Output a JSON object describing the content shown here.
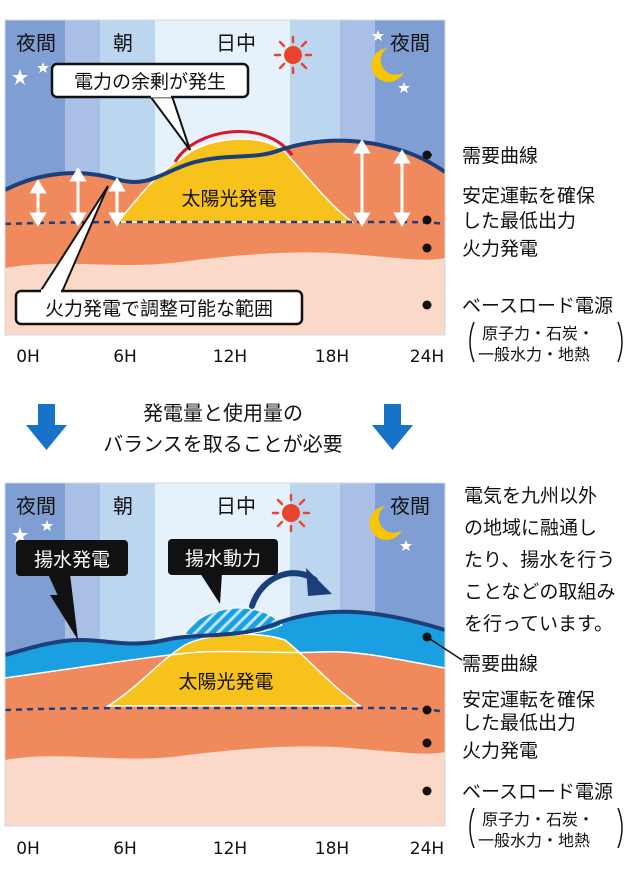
{
  "top_panel": {
    "periods": {
      "night_left": "夜間",
      "morning": "朝",
      "daytime": "日中",
      "night_right": "夜間"
    },
    "surplus_label": "電力の余剰が発生",
    "solar_label": "太陽光発電",
    "adjustable_label": "火力発電で調整可能な範囲",
    "legend": {
      "demand_curve": "需要曲線",
      "min_output_line1": "安定運転を確保",
      "min_output_line2": "した最低出力",
      "thermal": "火力発電",
      "baseload": "ベースロード電源",
      "baseload_sub1": "原子力・石炭・",
      "baseload_sub2": "一般水力・地熱"
    },
    "x_ticks": [
      "0H",
      "6H",
      "12H",
      "18H",
      "24H"
    ]
  },
  "middle": {
    "line1": "発電量と使用量の",
    "line2": "バランスを取ることが必要"
  },
  "bottom_panel": {
    "periods": {
      "night_left": "夜間",
      "morning": "朝",
      "daytime": "日中",
      "night_right": "夜間"
    },
    "pumped_gen_label": "揚水発電",
    "pumped_power_label": "揚水動力",
    "solar_label": "太陽光発電",
    "note_lines": [
      "電気を九州以外",
      "の地域に融通し",
      "たり、揚水を行う",
      "ことなどの取組み",
      "を行っています。"
    ],
    "legend": {
      "demand_curve": "需要曲線",
      "min_output_line1": "安定運転を確保",
      "min_output_line2": "した最低出力",
      "thermal": "火力発電",
      "baseload": "ベースロード電源",
      "baseload_sub1": "原子力・石炭・",
      "baseload_sub2": "一般水力・地熱"
    },
    "x_ticks": [
      "0H",
      "6H",
      "12H",
      "18H",
      "24H"
    ]
  },
  "colors": {
    "night": "#7f9fd4",
    "morning": "#a9bfe6",
    "day": "#e6f2fb",
    "thermal": "#f08a5d",
    "baseload": "#fbd9c8",
    "solar": "#f8c21c",
    "demand_line": "#1a3f7a",
    "pumped": "#1aa0e0",
    "sun": "#e8452c",
    "moon": "#f7c600"
  },
  "icons": [
    "sun-icon",
    "moon-icon",
    "star-icon",
    "arrow-down-icon"
  ]
}
